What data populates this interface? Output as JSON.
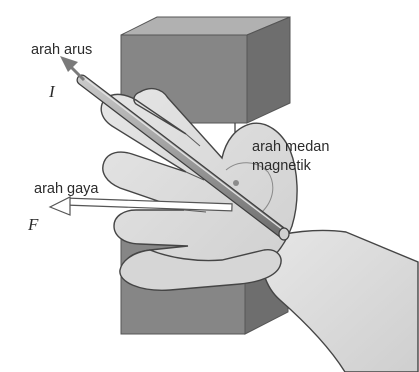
{
  "labels": {
    "current_direction": "arah arus",
    "current_symbol": "I",
    "field_direction_line1": "arah medan",
    "field_direction_line2": "magnetik",
    "force_direction": "arah gaya",
    "force_symbol": "F"
  },
  "colors": {
    "magnet_front": "#868686",
    "magnet_top": "#b1b1b1",
    "magnet_side": "#6e6e6e",
    "skin": "#dcdcdc",
    "skin_outline": "#454545",
    "rod": "#a2a2a2",
    "text": "#2b2b2b"
  }
}
